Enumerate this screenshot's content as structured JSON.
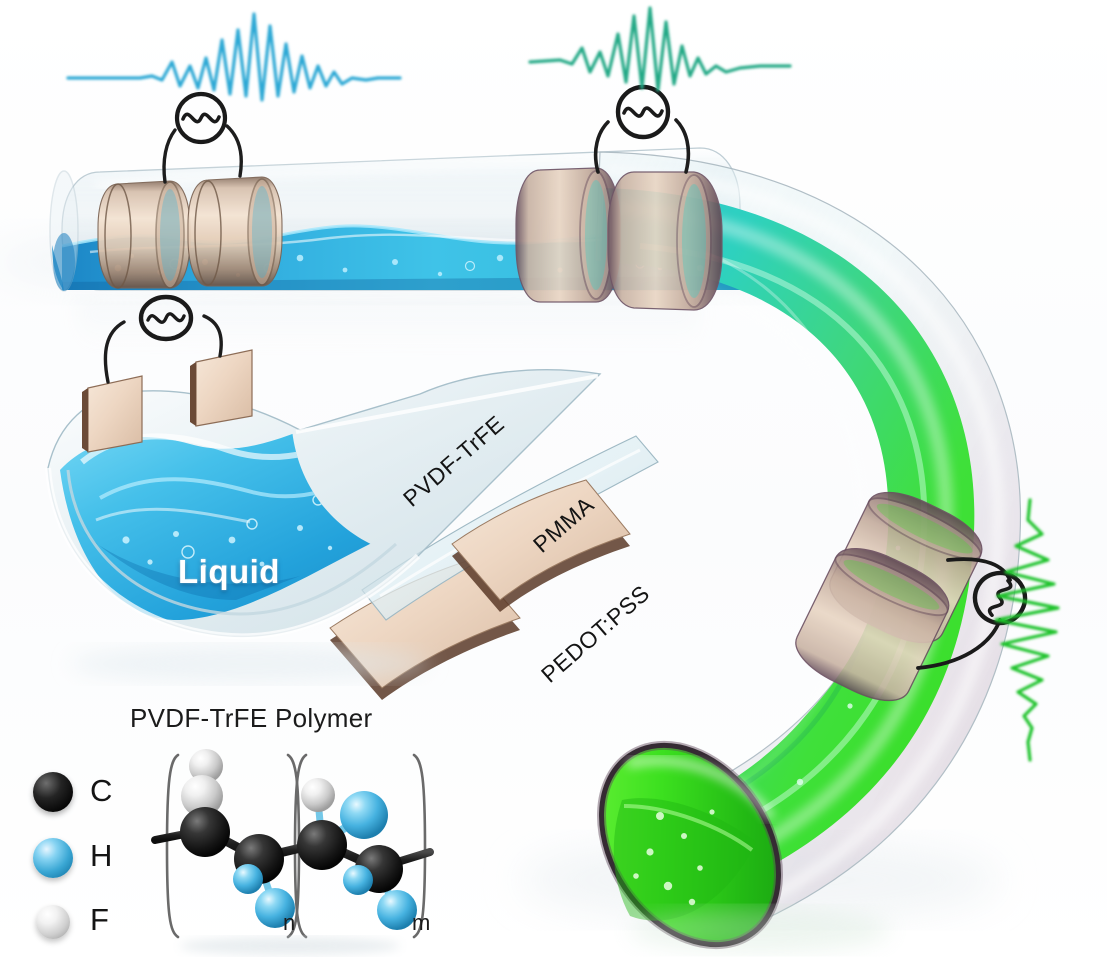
{
  "figure": {
    "title_text": "PVDF-TrFE  Polymer",
    "background_color": "#ffffff"
  },
  "device_labels": {
    "liquid": "Liquid",
    "pvdf_trfe": "PVDF-TrFE",
    "pmma": "PMMA",
    "pedot_pss": "PEDOT:PSS"
  },
  "legend": {
    "items": [
      {
        "symbol": "C",
        "name": "carbon-atom",
        "color": "#0b0b0b"
      },
      {
        "symbol": "H",
        "name": "hydrogen-atom",
        "color": "#4fb3de"
      },
      {
        "symbol": "F",
        "name": "fluorine-atom",
        "color": "#e6e6e6"
      }
    ]
  },
  "molecule": {
    "bracket_left_subscript": "n",
    "bracket_right_subscript": "m",
    "atom_colors": {
      "carbon": "#2b2b2b",
      "hydrogen": "#57bde6",
      "fluorine": "#e9e9e9",
      "bond": "#222222"
    }
  },
  "signals": [
    {
      "name": "signal-trace-blue",
      "color": "#2aa7d4",
      "orientation": "horizontal",
      "source_label": "ac-source"
    },
    {
      "name": "signal-trace-teal",
      "color": "#21a885",
      "orientation": "horizontal",
      "source_label": "ac-source"
    },
    {
      "name": "signal-trace-green",
      "color": "#1fc229",
      "orientation": "vertical",
      "source_label": "ac-source"
    }
  ],
  "colors": {
    "liquid_blue_light": "#4ec8ee",
    "liquid_blue_deep": "#1787c4",
    "liquid_teal": "#2fd0c0",
    "liquid_green": "#3ddd22",
    "electrode_tan": "#e8cdb3",
    "electrode_dark": "#6b4a36",
    "tube_glass": "#dfe8ec",
    "tube_ring_mauve": "#5c4450",
    "trough_glass": "#cfe0e6"
  },
  "chart_data": {
    "type": "line",
    "title": "",
    "xlabel": "",
    "ylabel": "",
    "series": [
      {
        "name": "signal-trace-blue",
        "color": "#2aa7d4",
        "values": [
          0,
          0,
          0,
          -2,
          0,
          -1,
          1,
          -10,
          14,
          -12,
          10,
          -22,
          30,
          -28,
          46,
          -40,
          62,
          -52,
          58,
          -46,
          40,
          -30,
          22,
          -16,
          10,
          -7,
          5,
          -3,
          2,
          0,
          0,
          0
        ]
      },
      {
        "name": "signal-trace-teal",
        "color": "#21a885",
        "values": [
          0,
          0,
          1,
          -3,
          2,
          -8,
          6,
          -16,
          12,
          -26,
          34,
          -44,
          70,
          -60,
          78,
          -50,
          40,
          -28,
          20,
          -12,
          8,
          -5,
          3,
          -1,
          0,
          0,
          0
        ]
      },
      {
        "name": "signal-trace-green",
        "color": "#1fc229",
        "values": [
          0,
          2,
          -4,
          6,
          -10,
          16,
          -22,
          30,
          -38,
          44,
          -48,
          50,
          -46,
          38,
          -30,
          22,
          -16,
          10,
          -6,
          3,
          -1,
          0
        ]
      }
    ]
  }
}
